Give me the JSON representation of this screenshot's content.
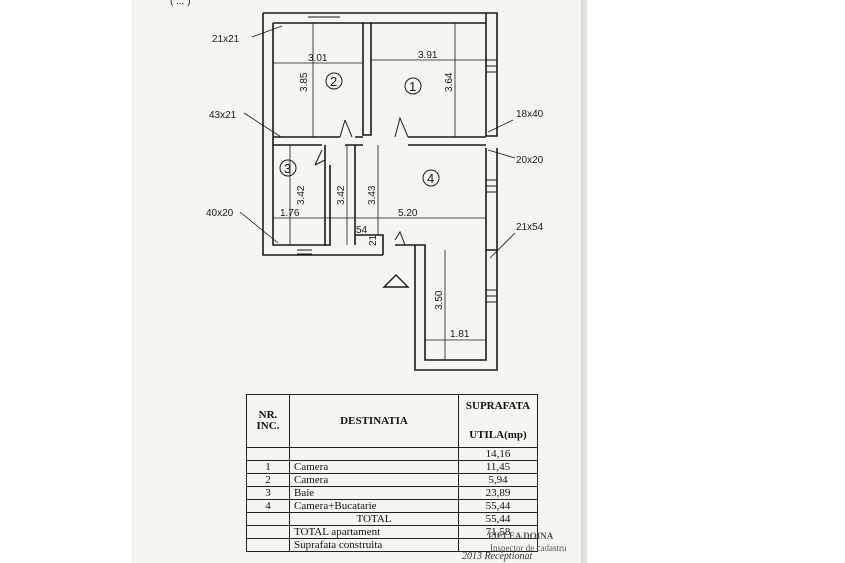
{
  "header_fragment": "( ... )",
  "plan": {
    "rooms": [
      "1",
      "2",
      "3",
      "4"
    ],
    "dimensions": {
      "room2_width": "3.01",
      "room2_height": "3.85",
      "room1_width": "3.91",
      "room1_height": "3.64",
      "room3_height": "3.42",
      "hall_height": "3.42",
      "room4_height": "3.43",
      "room3_width": "1.76",
      "room4_width": "5.20",
      "niche_width": "54",
      "niche_height": "21",
      "kitchen_height": "3.50",
      "kitchen_width": "1.81"
    },
    "openings": {
      "o1": "21x21",
      "o2": "43x21",
      "o3": "40x20",
      "o4": "18x40",
      "o5": "20x20",
      "o6": "21x54"
    }
  },
  "table": {
    "col_nr": "NR. INC.",
    "col_dest": "DESTINATIA",
    "col_surf_1": "SUPRAFATA",
    "col_surf_2": "UTILA(mp)",
    "rows": [
      {
        "nr": "",
        "dest": "",
        "val": "14,16"
      },
      {
        "nr": "1",
        "dest": "Camera",
        "val": "11,45"
      },
      {
        "nr": "2",
        "dest": "Camera",
        "val": "5,94"
      },
      {
        "nr": "3",
        "dest": "Baie",
        "val": "23,89"
      },
      {
        "nr": "4",
        "dest": "Camera+Bucatarie",
        "val": "55,44"
      },
      {
        "nr": "",
        "dest": "TOTAL",
        "val": "55,44"
      },
      {
        "nr": "",
        "dest": "TOTAL apartament",
        "val": "71,58"
      },
      {
        "nr": "",
        "dest": "Suprafata construita",
        "val": ""
      }
    ]
  },
  "stamp": {
    "line1": "FIELEA DOINA",
    "line2": "Inspector de cadastru",
    "line3": "2013 Receptionat"
  }
}
